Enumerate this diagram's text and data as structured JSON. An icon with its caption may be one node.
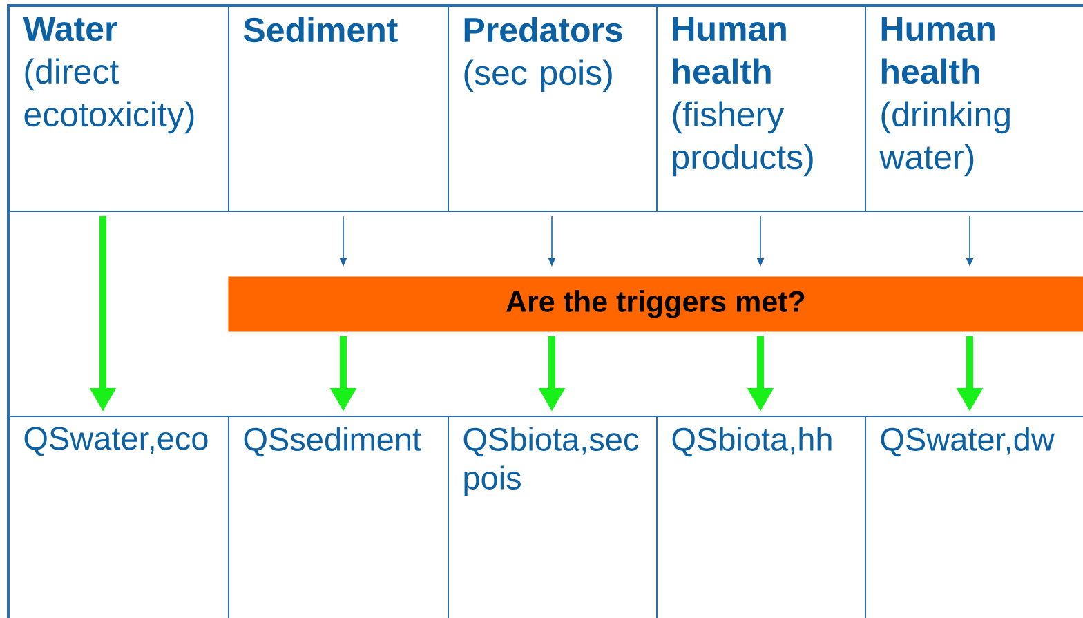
{
  "diagram": {
    "nodes": [
      {
        "text": [
          "Water",
          "(direct ecotoxicity)"
        ]
      },
      {
        "text": [
          "Sediment"
        ]
      },
      {
        "text": [
          "Predators",
          "(sec pois)"
        ]
      },
      {
        "text": [
          "Human health",
          "(fishery products)"
        ]
      },
      {
        "text": [
          "Human health",
          "(drinking water)"
        ]
      },
      {
        "text": [
          "Are the triggers met?"
        ]
      },
      {
        "text": [
          "QSwater,eco"
        ]
      },
      {
        "text": [
          "QSsediment"
        ]
      },
      {
        "text": [
          "QSbiota,sec pois"
        ]
      },
      {
        "text": [
          "QSbiota,hh"
        ]
      },
      {
        "text": [
          "QSwater,dw"
        ]
      }
    ],
    "edges": [
      {
        "from": 0,
        "to": 6,
        "arrow": "to"
      },
      {
        "from": 1,
        "to": 5,
        "arrow": "to",
        "color": "#1a66a8"
      },
      {
        "from": 2,
        "to": 5,
        "arrow": "to",
        "color": "#1a66a8"
      },
      {
        "from": 3,
        "to": 5,
        "arrow": "to",
        "color": "#1a66a8"
      },
      {
        "from": 4,
        "to": 5,
        "arrow": "to",
        "color": "#1a66a8"
      },
      {
        "from": 5,
        "to": 7,
        "arrow": "to"
      },
      {
        "from": 5,
        "to": 8,
        "arrow": "to"
      },
      {
        "from": 5,
        "to": 9,
        "arrow": "to"
      },
      {
        "from": 5,
        "to": 10,
        "arrow": "to"
      }
    ]
  }
}
